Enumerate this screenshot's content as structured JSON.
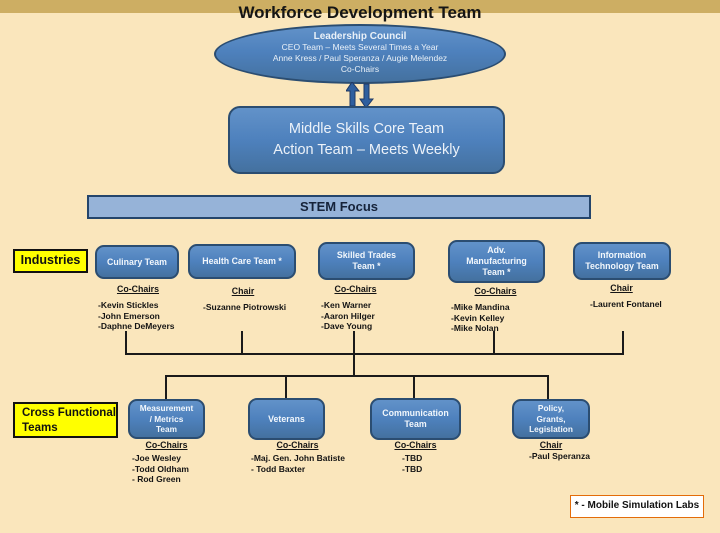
{
  "title": "Workforce Development Team",
  "leadership": {
    "title": "Leadership Council",
    "line1": "CEO Team – Meets Several Times a Year",
    "line2": "Anne Kress / Paul Speranza  / Augie Melendez",
    "line3": "Co-Chairs"
  },
  "core_team": {
    "line1": "Middle Skills Core Team",
    "line2": "Action Team – Meets Weekly"
  },
  "stem_focus_label": "STEM Focus",
  "industries_label": "Industries",
  "cross_functional_label": "Cross Functional\nTeams",
  "icons": {
    "flow_arrows": "up-down-sync-arrows"
  },
  "industry_teams": [
    {
      "name": "Culinary Team",
      "role": "Co-Chairs",
      "members": [
        "-Kevin Stickles",
        "-John Emerson",
        "-Daphne DeMeyers"
      ]
    },
    {
      "name": "Health Care  Team *",
      "role": "Chair",
      "members": [
        "-Suzanne Piotrowski"
      ]
    },
    {
      "name": "Skilled Trades\nTeam *",
      "role": "Co-Chairs",
      "members": [
        "-Ken Warner",
        "-Aaron Hilger",
        "-Dave Young"
      ]
    },
    {
      "name": "Adv.\nManufacturing\nTeam *",
      "role": "Co-Chairs",
      "members": [
        "-Mike Mandina",
        "-Kevin Kelley",
        "-Mike Nolan"
      ]
    },
    {
      "name": "Information\nTechnology Team",
      "role": "Chair",
      "members": [
        "-Laurent Fontanel"
      ]
    }
  ],
  "cross_functional_teams": [
    {
      "name": "Measurement\n/  Metrics\nTeam",
      "role": "Co-Chairs",
      "members": [
        "-Joe Wesley",
        "-Todd Oldham",
        "- Rod Green"
      ]
    },
    {
      "name": "Veterans",
      "role": "Co-Chairs",
      "members": [
        "-Maj. Gen. John Batiste",
        "- Todd Baxter"
      ]
    },
    {
      "name": "Communication\nTeam",
      "role": "Co-Chairs",
      "members": [
        "-TBD",
        "-TBD"
      ]
    },
    {
      "name": "Policy,\nGrants,\nLegislation",
      "role": "Chair",
      "members": [
        "-Paul Speranza"
      ]
    }
  ],
  "footnote": "* - Mobile Simulation Labs",
  "colors": {
    "background": "#FAE6BC",
    "top_strip": "#CDAE63",
    "node_fill": "#4E81BD",
    "node_border": "#2B4D71",
    "stem_fill": "#96B3D8",
    "stem_border": "#24456B",
    "highlight_yellow": "#FFFF00",
    "footnote_border": "#E36C09",
    "connector": "#1A1A1A"
  }
}
